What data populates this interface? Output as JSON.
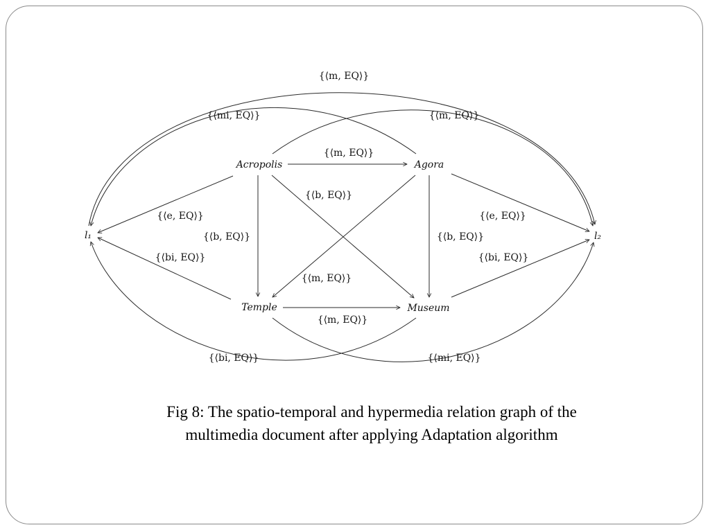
{
  "slide": {
    "caption_line1": "Fig 8: The spatio-temporal and hypermedia relation graph of the",
    "caption_line2": "multimedia document after applying Adaptation algorithm"
  },
  "graph": {
    "nodes": [
      {
        "id": "acropolis",
        "label": "Acropolis"
      },
      {
        "id": "agora",
        "label": "Agora"
      },
      {
        "id": "temple",
        "label": "Temple"
      },
      {
        "id": "museum",
        "label": "Museum"
      },
      {
        "id": "l1",
        "label": "l₁"
      },
      {
        "id": "l2",
        "label": "l₂"
      }
    ],
    "edges": [
      {
        "id": "acropolis-agora",
        "from": "acropolis",
        "to": "agora",
        "label": "{⟨m, EQ⟩}"
      },
      {
        "id": "acropolis-temple",
        "from": "acropolis",
        "to": "temple",
        "label": "{⟨b, EQ⟩}"
      },
      {
        "id": "acropolis-museum",
        "from": "acropolis",
        "to": "museum",
        "label": "{⟨b, EQ⟩}"
      },
      {
        "id": "agora-museum",
        "from": "agora",
        "to": "museum",
        "label": "{⟨b, EQ⟩}"
      },
      {
        "id": "agora-temple",
        "from": "agora",
        "to": "temple",
        "label": "{⟨m, EQ⟩}"
      },
      {
        "id": "temple-museum",
        "from": "temple",
        "to": "museum",
        "label": "{⟨m, EQ⟩}"
      },
      {
        "id": "acropolis-l1",
        "from": "acropolis",
        "to": "l1",
        "label": "{⟨e, EQ⟩}"
      },
      {
        "id": "temple-l1",
        "from": "temple",
        "to": "l1",
        "label": "{⟨bi, EQ⟩}"
      },
      {
        "id": "agora-l2",
        "from": "agora",
        "to": "l2",
        "label": "{⟨e, EQ⟩}"
      },
      {
        "id": "museum-l2",
        "from": "museum",
        "to": "l2",
        "label": "{⟨bi, EQ⟩}"
      },
      {
        "id": "l1-l2-top",
        "from": "l1",
        "to": "l2",
        "label": "{⟨m, EQ⟩}"
      },
      {
        "id": "agora-l1",
        "from": "agora",
        "to": "l1",
        "label": "{⟨mi, EQ⟩}"
      },
      {
        "id": "acropolis-l2",
        "from": "acropolis",
        "to": "l2",
        "label": "{⟨m, EQ⟩}"
      },
      {
        "id": "museum-l1",
        "from": "museum",
        "to": "l1",
        "label": "{⟨bi, EQ⟩}"
      },
      {
        "id": "temple-l2",
        "from": "temple",
        "to": "l2",
        "label": "{⟨mi, EQ⟩}"
      }
    ]
  }
}
